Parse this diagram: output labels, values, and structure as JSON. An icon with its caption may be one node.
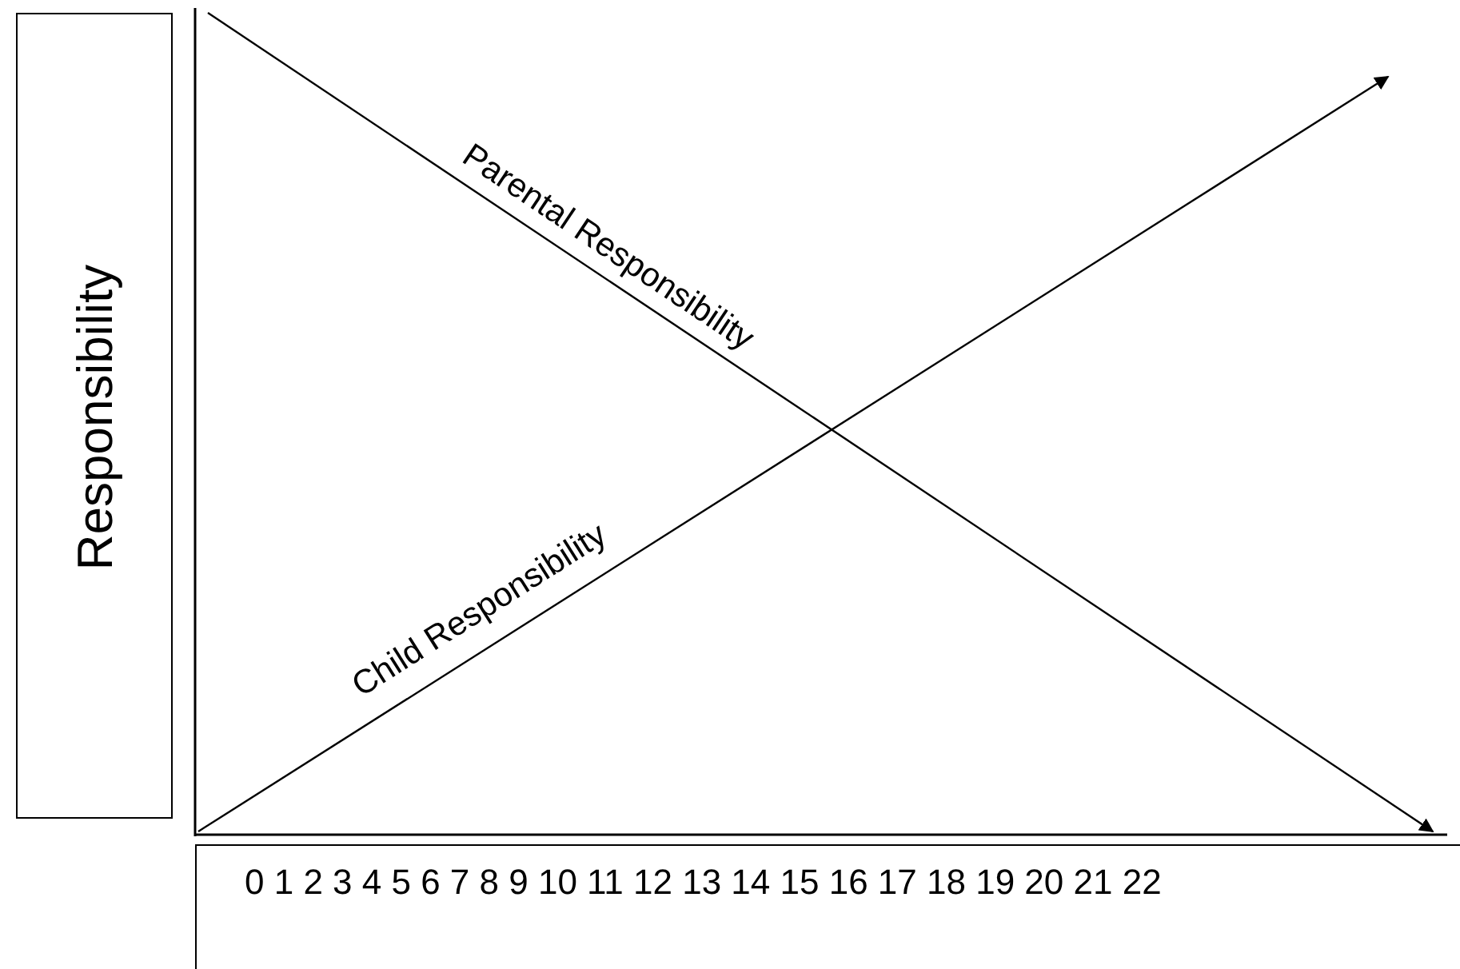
{
  "diagram": {
    "nodes": [
      {
        "text": [
          "Responsibility"
        ]
      },
      {
        "text": [
          "0 1 2 3 4 5 6 7 8 9 10 11 12 13 14 15 16 17 18 19 20 21 22"
        ]
      }
    ],
    "labels": [
      "Parental Responsibility",
      "Child Responsibility"
    ]
  }
}
